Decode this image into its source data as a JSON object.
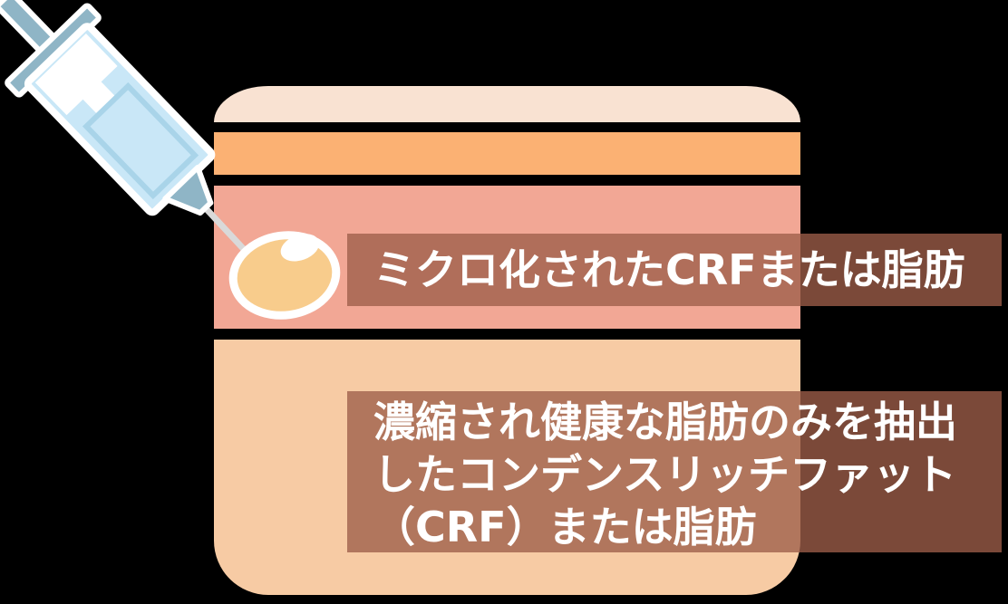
{
  "background": "#000000",
  "illustration": {
    "syringe": {
      "barrel_color": "#C9E7F7",
      "accent_color": "#8FB5C6",
      "inner_line_color": "#A9D4E9",
      "needle_color": "#D9D9D9",
      "outline_color": "#FFFFFF"
    },
    "fat_droplet": {
      "fill": "#F8CC8C",
      "outline": "#FFFFFF",
      "highlight": "#FFFFFF"
    },
    "skin_layers": [
      {
        "name": "skin-surface",
        "color": "#F9E2D2"
      },
      {
        "name": "epidermis",
        "color": "#FBB173"
      },
      {
        "name": "dermis",
        "color": "#F2A795"
      },
      {
        "name": "subcutaneous-fat",
        "color": "#F7CBA4"
      }
    ]
  },
  "labels": {
    "injection": {
      "text": "ミクロ化されたCRFまたは脂肪",
      "bg": "rgba(157,94,73,0.78)",
      "text_color": "#FFFFFF"
    },
    "description": {
      "lines": [
        "濃縮され健康な脂肪のみを抽出",
        "したコンデンスリッチファット",
        "（CRF）または脂肪"
      ],
      "bg": "rgba(157,94,73,0.78)",
      "text_color": "#FFFFFF"
    }
  }
}
